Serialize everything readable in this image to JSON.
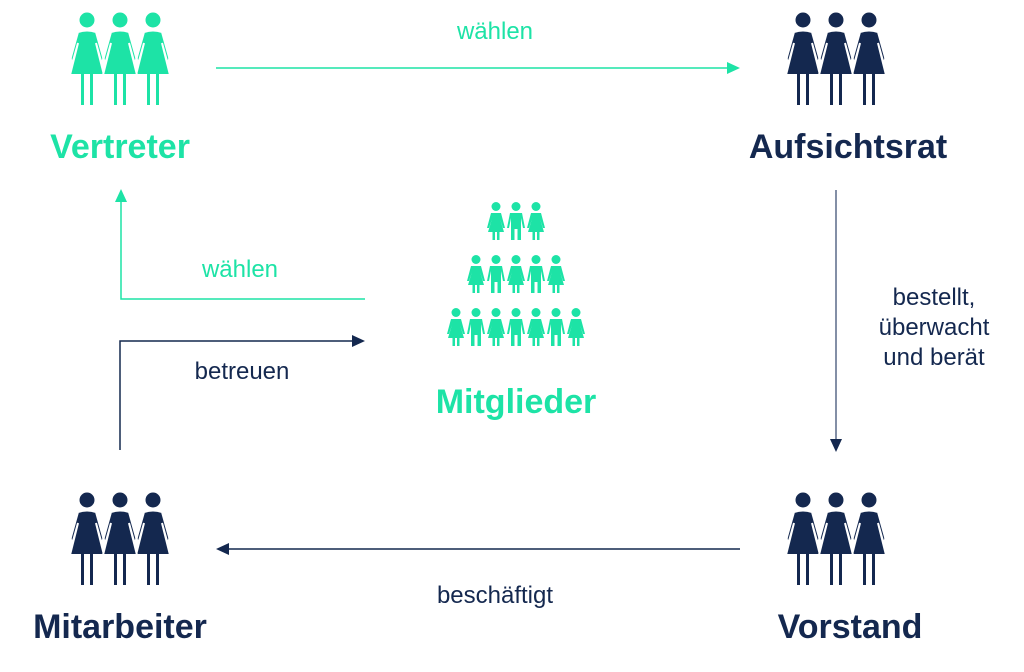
{
  "colors": {
    "accent": "#1de3a6",
    "navy": "#14284f",
    "background": "#ffffff"
  },
  "nodes": {
    "vertreter": {
      "label": "Vertreter",
      "icon": "group-of-three-women-icon",
      "color": "#1de3a6"
    },
    "aufsichtsrat": {
      "label": "Aufsichtsrat",
      "icon": "group-of-three-women-icon",
      "color": "#14284f"
    },
    "mitglieder": {
      "label": "Mitglieder",
      "icon": "people-pyramid-icon",
      "color": "#1de3a6",
      "pyramid_rows": [
        3,
        5,
        7
      ]
    },
    "mitarbeiter": {
      "label": "Mitarbeiter",
      "icon": "group-of-three-women-icon",
      "color": "#14284f"
    },
    "vorstand": {
      "label": "Vorstand",
      "icon": "group-of-three-women-icon",
      "color": "#14284f"
    }
  },
  "edges": {
    "vertreter_aufsichtsrat": {
      "from": "Vertreter",
      "to": "Aufsichtsrat",
      "label": "wählen",
      "color": "#1de3a6"
    },
    "mitglieder_vertreter": {
      "from": "Mitglieder",
      "to": "Vertreter",
      "label": "wählen",
      "color": "#1de3a6"
    },
    "mitarbeiter_mitglieder": {
      "from": "Mitarbeiter",
      "to": "Mitglieder",
      "label": "betreuen",
      "color": "#14284f"
    },
    "aufsichtsrat_vorstand": {
      "from": "Aufsichtsrat",
      "to": "Vorstand",
      "label_lines": [
        "bestellt,",
        "überwacht",
        "und berät"
      ],
      "color": "#14284f"
    },
    "vorstand_mitarbeiter": {
      "from": "Vorstand",
      "to": "Mitarbeiter",
      "label": "beschäftigt",
      "color": "#14284f"
    }
  }
}
